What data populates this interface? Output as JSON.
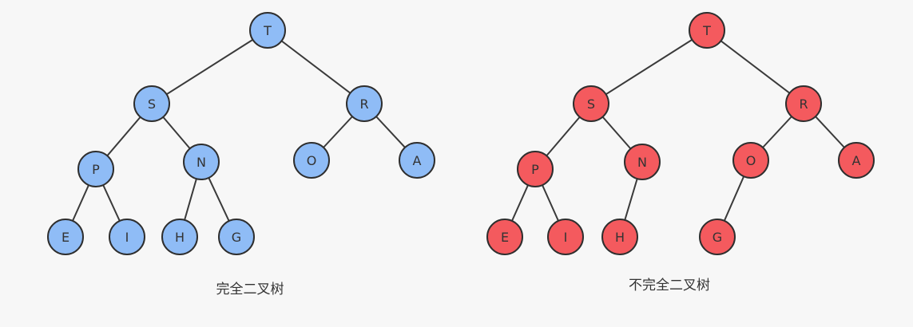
{
  "colors": {
    "background": "#f7f7f7",
    "edge": "#3a3a3a",
    "node_stroke": "#2e2e2e",
    "node_text": "#333333",
    "caption_text": "#333333"
  },
  "diagrams": [
    {
      "id": "complete-binary-tree",
      "caption": "完全二叉树",
      "node_fill": "#8fbcf6",
      "nodes": [
        {
          "id": "T",
          "label": "T"
        },
        {
          "id": "S",
          "label": "S"
        },
        {
          "id": "R",
          "label": "R"
        },
        {
          "id": "P",
          "label": "P"
        },
        {
          "id": "N",
          "label": "N"
        },
        {
          "id": "O",
          "label": "O"
        },
        {
          "id": "A",
          "label": "A"
        },
        {
          "id": "E",
          "label": "E"
        },
        {
          "id": "I",
          "label": "I"
        },
        {
          "id": "H",
          "label": "H"
        },
        {
          "id": "G",
          "label": "G"
        }
      ],
      "edges": [
        [
          "T",
          "S"
        ],
        [
          "T",
          "R"
        ],
        [
          "S",
          "P"
        ],
        [
          "S",
          "N"
        ],
        [
          "R",
          "O"
        ],
        [
          "R",
          "A"
        ],
        [
          "P",
          "E"
        ],
        [
          "P",
          "I"
        ],
        [
          "N",
          "H"
        ],
        [
          "N",
          "G"
        ]
      ]
    },
    {
      "id": "incomplete-binary-tree",
      "caption": "不完全二叉树",
      "node_fill": "#f45a5e",
      "nodes": [
        {
          "id": "T",
          "label": "T"
        },
        {
          "id": "S",
          "label": "S"
        },
        {
          "id": "R",
          "label": "R"
        },
        {
          "id": "P",
          "label": "P"
        },
        {
          "id": "N",
          "label": "N"
        },
        {
          "id": "O",
          "label": "O"
        },
        {
          "id": "A",
          "label": "A"
        },
        {
          "id": "E",
          "label": "E"
        },
        {
          "id": "I",
          "label": "I"
        },
        {
          "id": "H",
          "label": "H"
        },
        {
          "id": "G",
          "label": "G"
        }
      ],
      "edges": [
        [
          "T",
          "S"
        ],
        [
          "T",
          "R"
        ],
        [
          "S",
          "P"
        ],
        [
          "S",
          "N"
        ],
        [
          "R",
          "O"
        ],
        [
          "R",
          "A"
        ],
        [
          "P",
          "E"
        ],
        [
          "P",
          "I"
        ],
        [
          "N",
          "H"
        ],
        [
          "O",
          "G"
        ]
      ]
    }
  ]
}
